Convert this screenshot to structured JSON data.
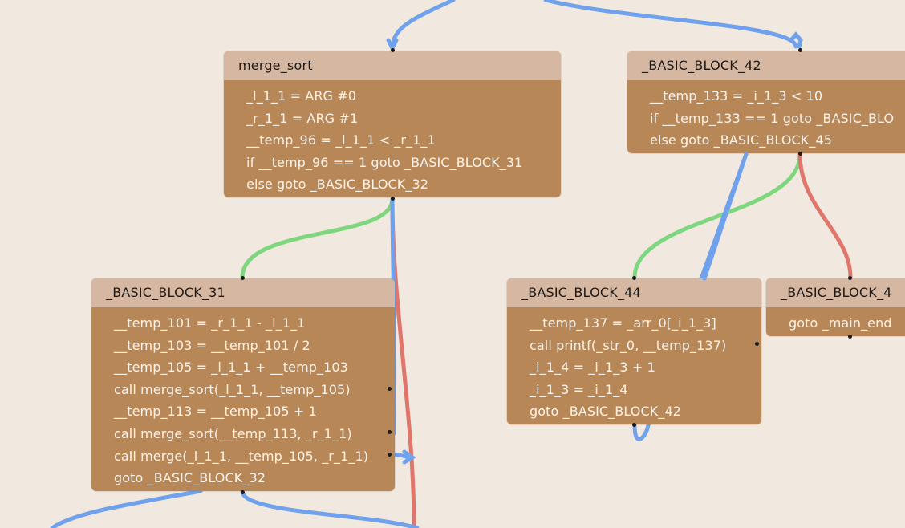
{
  "colors": {
    "background": "#f1e9df",
    "node_body": "#b78757",
    "node_header": "#d6b7a1",
    "edge_unconditional": "#6fa1ec",
    "edge_true": "#7ed77f",
    "edge_false": "#e0756b"
  },
  "nodes": {
    "merge_sort": {
      "title": "merge_sort",
      "lines": [
        "_l_1_1 = ARG #0",
        "_r_1_1 = ARG #1",
        "__temp_96 = _l_1_1 < _r_1_1",
        "if __temp_96 == 1 goto _BASIC_BLOCK_31",
        "else goto _BASIC_BLOCK_32"
      ]
    },
    "block_42": {
      "title": "_BASIC_BLOCK_42",
      "lines": [
        "__temp_133 = _i_1_3 < 10",
        "if __temp_133 == 1 goto _BASIC_BLO",
        "else goto _BASIC_BLOCK_45"
      ]
    },
    "block_31": {
      "title": "_BASIC_BLOCK_31",
      "lines": [
        "__temp_101 = _r_1_1 - _l_1_1",
        "__temp_103 = __temp_101 / 2",
        "__temp_105 = _l_1_1 + __temp_103",
        "call merge_sort(_l_1_1, __temp_105)",
        "__temp_113 = __temp_105 + 1",
        "call merge_sort(__temp_113, _r_1_1)",
        "call merge(_l_1_1, __temp_105, _r_1_1)",
        "goto _BASIC_BLOCK_32"
      ]
    },
    "block_44": {
      "title": "_BASIC_BLOCK_44",
      "lines": [
        "__temp_137 = _arr_0[_i_1_3]",
        "call printf(_str_0, __temp_137)",
        "_i_1_4 = _i_1_3 + 1",
        "_i_1_3 = _i_1_4",
        "goto _BASIC_BLOCK_42"
      ]
    },
    "block_45": {
      "title": "_BASIC_BLOCK_4",
      "lines": [
        "goto _main_end"
      ]
    }
  }
}
